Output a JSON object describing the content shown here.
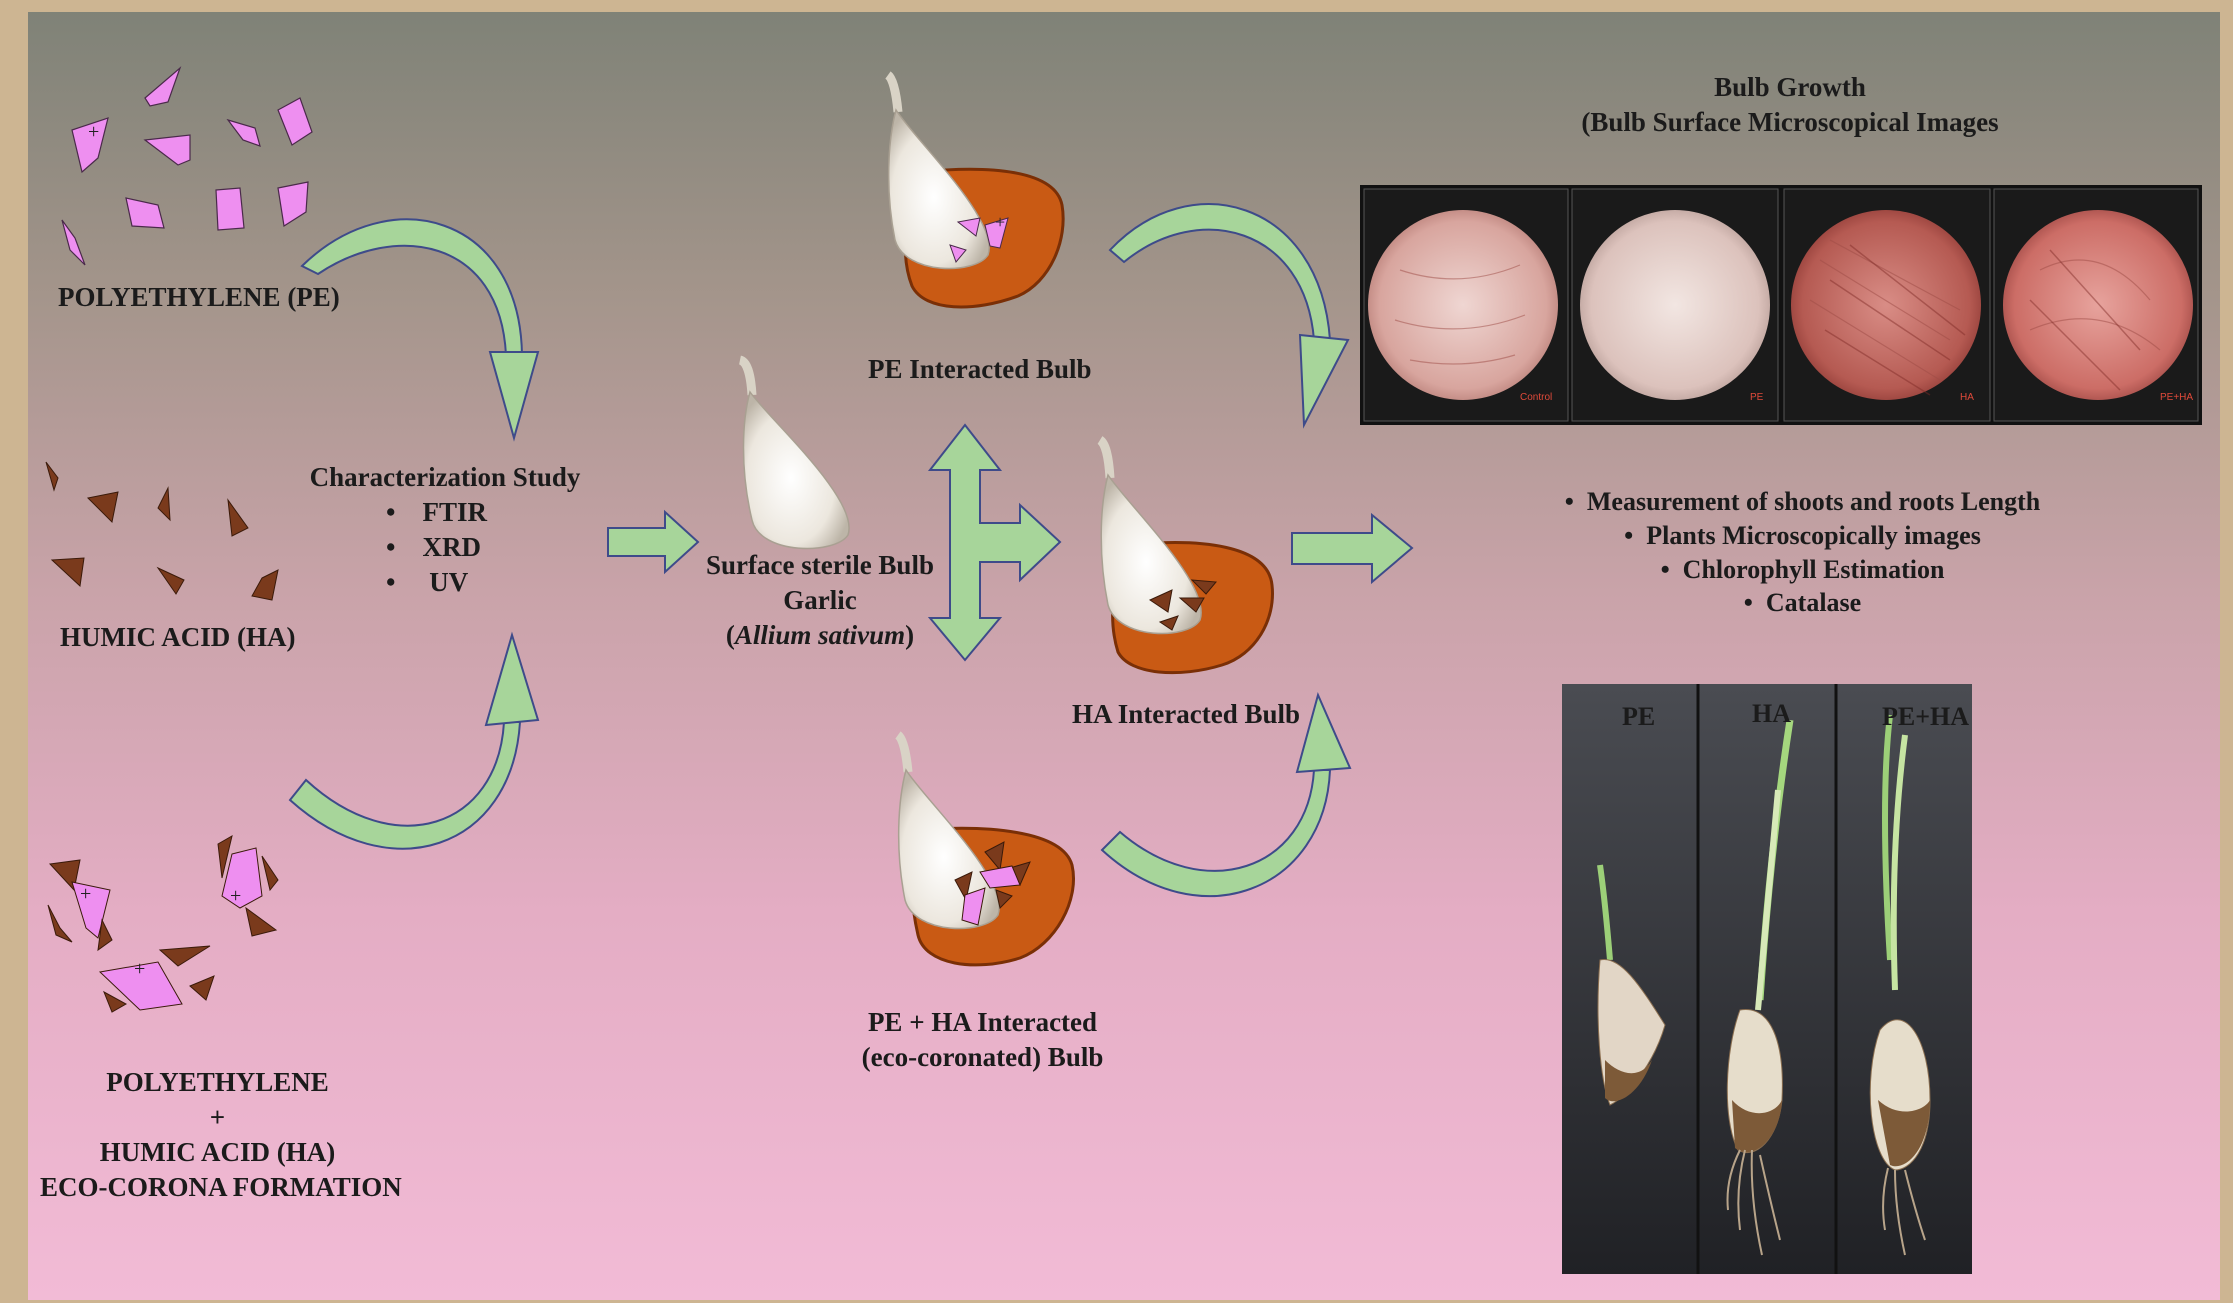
{
  "labels": {
    "pe": "POLYETHYLENE (PE)",
    "ha": "HUMIC ACID (HA)",
    "mix_line1": "POLYETHYLENE",
    "mix_plus": "+",
    "mix_line3": "HUMIC ACID (HA)",
    "mix_line4": "ECO-CORONA FORMATION",
    "char_title": "Characterization Study",
    "char_items": [
      "FTIR",
      "XRD",
      "UV"
    ],
    "bulb_line1": "Surface sterile Bulb",
    "bulb_line2": "Garlic",
    "bulb_line3": "Allium sativum",
    "pe_bulb": "PE Interacted Bulb",
    "ha_bulb": "HA Interacted Bulb",
    "peha_bulb_line1": "PE + HA Interacted",
    "peha_bulb_line2": "(eco-coronated) Bulb",
    "growth_title": "Bulb Growth",
    "growth_subtitle": "(Bulb Surface Microscopical Images",
    "measurements": [
      "Measurement of shoots and roots Length",
      "Plants Microscopically images",
      "Chlorophyll Estimation",
      "Catalase"
    ],
    "micro_tags": [
      "Control",
      "PE",
      "HA",
      "PE+HA"
    ],
    "plant_panels": [
      "PE",
      "HA",
      "PE+HA"
    ]
  },
  "colors": {
    "pe_fragment": "#ee8ff0",
    "ha_fragment": "#7a3a1c",
    "soil": "#c95a14",
    "arrow_fill": "#a7d59a",
    "arrow_stroke": "#3e4b8a"
  }
}
